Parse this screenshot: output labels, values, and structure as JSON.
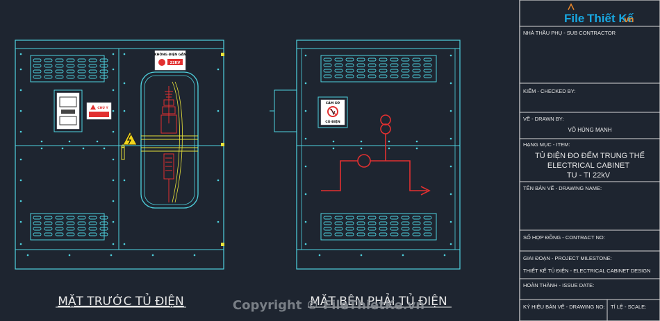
{
  "logo": {
    "text_a": "File",
    "text_b": "Thiết Kế",
    "text_c": ".vn"
  },
  "front_view": {
    "title": "MẶT TRƯỚC TỦ ĐIỆN",
    "warning_sign_line1": "KHÔNG ĐIỆN GẦN",
    "warning_sign_line2": "22KV",
    "danger_label": "CHÚ Ý"
  },
  "side_view": {
    "title": "MẶT BÊN PHẢI TỦ ĐIỆN",
    "sign_line1": "CẤM SỜ",
    "sign_line2": "CÓ ĐIỆN"
  },
  "title_block": {
    "sub_contractor": "NHÀ THẦU PHỤ - SUB CONTRACTOR",
    "checked_by": "KIỂM - CHECKED BY:",
    "drawn_by_label": "VẼ - DRAWN BY:",
    "drawn_by_name": "VÕ HÙNG MẠNH",
    "item_label": "HẠNG MỤC - ITEM:",
    "item_line1": "TỦ ĐIỆN ĐO ĐẾM TRUNG THẾ",
    "item_line2": "ELECTRICAL CABINET",
    "item_line3": "TU - TI 22kV",
    "drawing_name": "TÊN BẢN VẼ - DRAWING NAME:",
    "contract_no": "SỐ HỢP ĐỒNG - CONTRACT NO:",
    "milestone_label": "GIAI ĐOẠN - PROJECT MILESTONE:",
    "milestone_value": "THIẾT KẾ TỦ ĐIỆN - ELECTRICAL CABINET DESIGN",
    "issue_date": "HOÀN THÀNH - ISSUE DATE:",
    "drawing_no": "KÝ HIỆU BẢN VẼ - DRAWING NO:",
    "scale": "TỈ LỆ - SCALE:"
  },
  "watermark": "Copyright © FileThietKe.vn",
  "colors": {
    "background": "#1e2530",
    "line_cyan": "#4fd3e0",
    "line_red": "#e23030",
    "line_yellow": "#e8e23a",
    "title_block_border": "#d8d8d8"
  }
}
